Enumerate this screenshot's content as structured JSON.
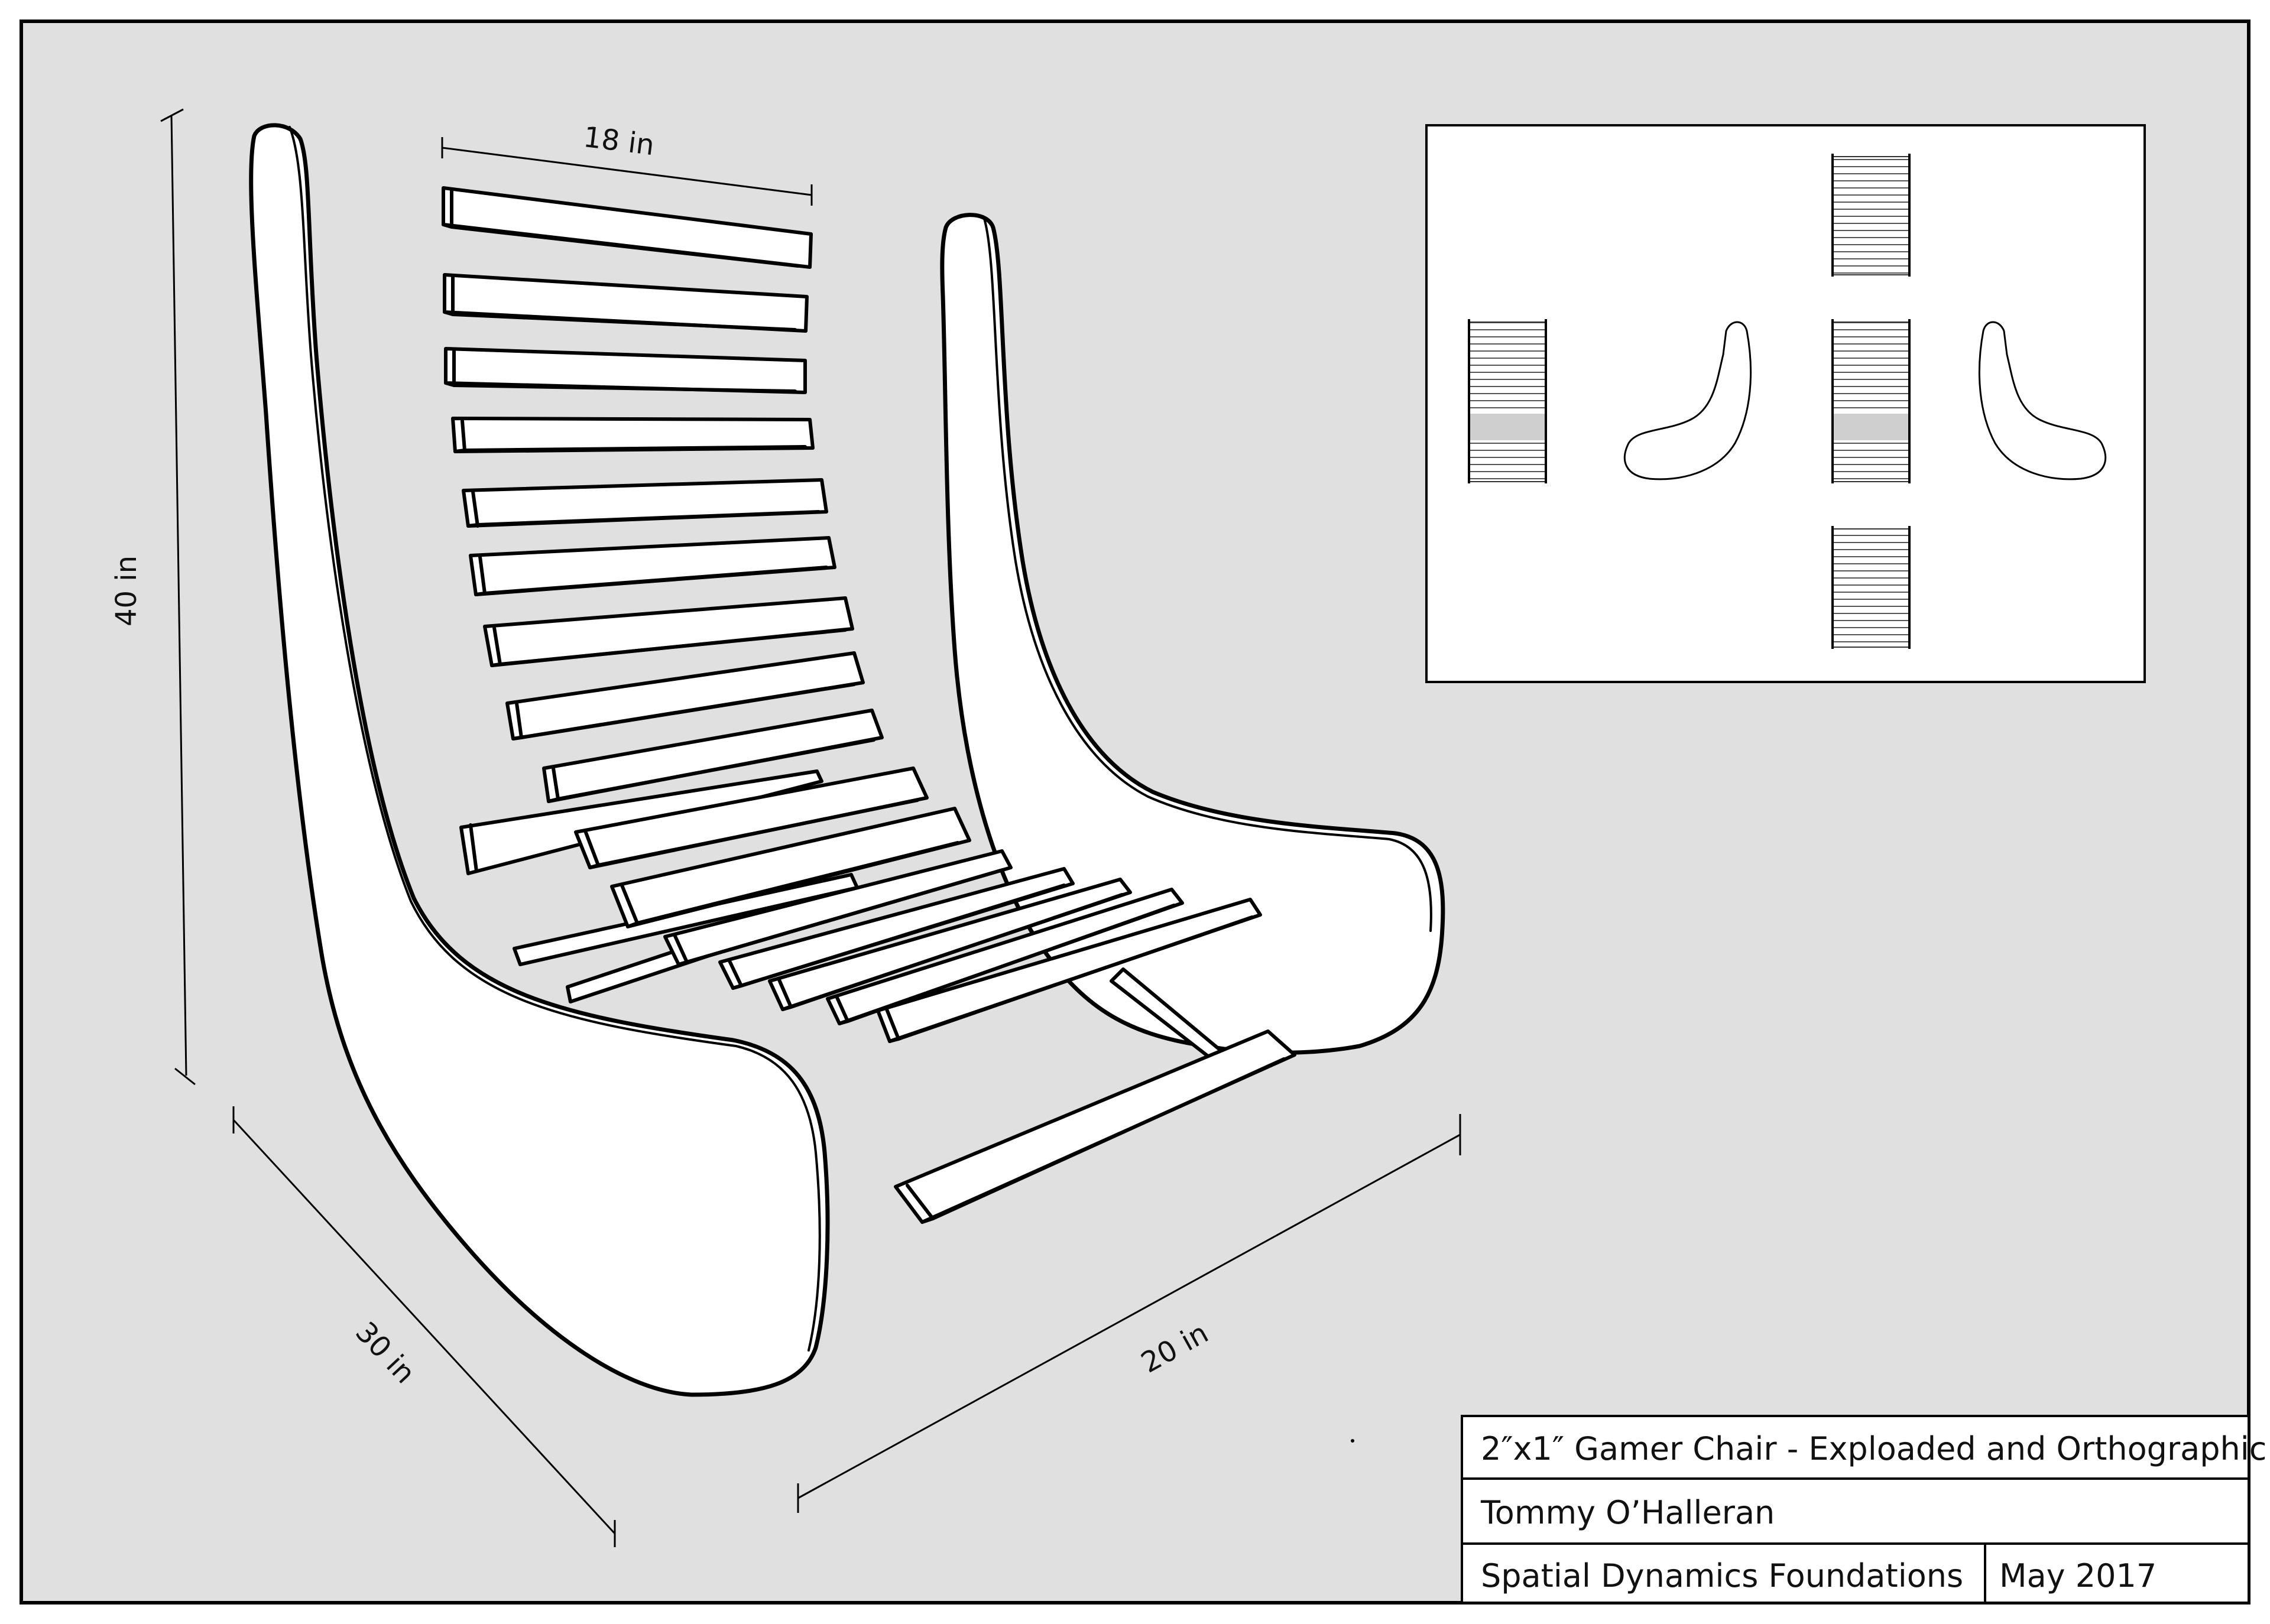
{
  "dimensions": {
    "width": "18 in",
    "height": "40 in",
    "depth": "30 in",
    "length": "20 in"
  },
  "title_block": {
    "title": "2″x1″ Gamer Chair - Exploaded and Orthographic",
    "author": "Tommy O’Halleran",
    "course": "Spatial Dynamics Foundations",
    "date": "May 2017"
  },
  "colors": {
    "paper": "#e0e0e0",
    "ink": "#000000",
    "part_fill": "#ffffff"
  },
  "views": {
    "main": "exploded-isometric",
    "inset": [
      "top",
      "left",
      "side-profile-left",
      "front",
      "side-profile-right",
      "bottom"
    ]
  }
}
